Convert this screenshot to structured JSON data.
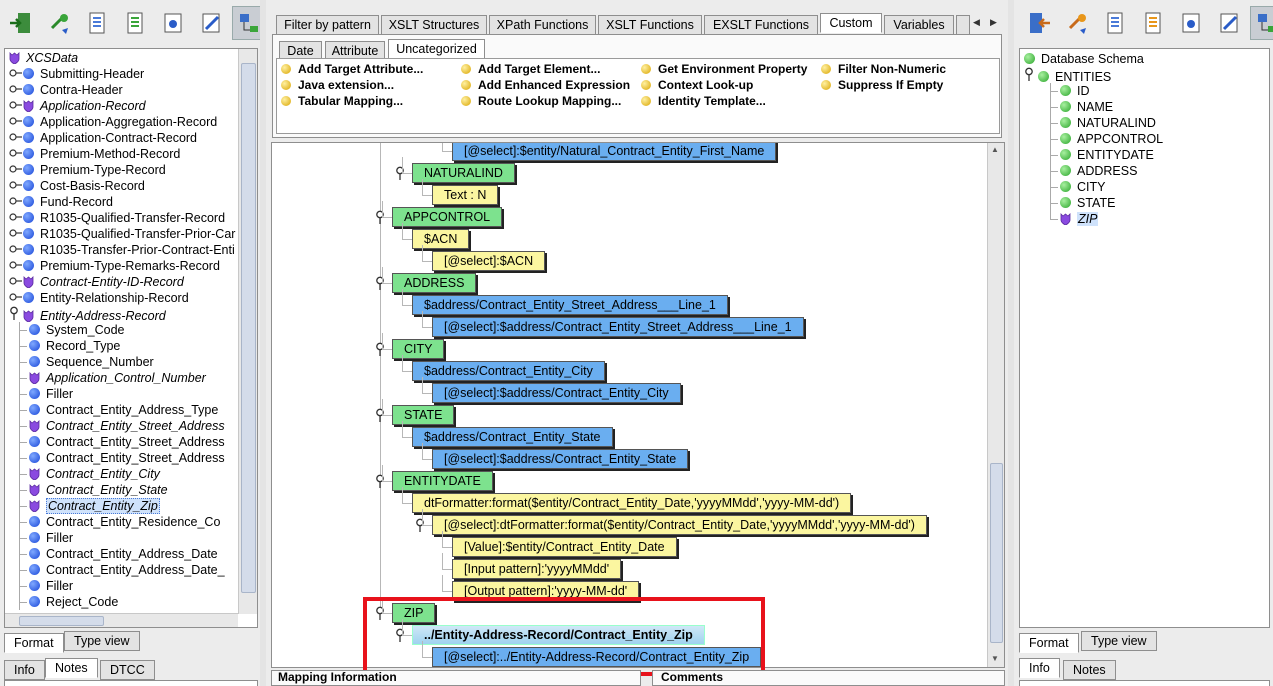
{
  "left_tree": {
    "root": "XCSData",
    "items": [
      {
        "label": "Submitting-Header",
        "type": "blue",
        "italic": false,
        "exp": "o-"
      },
      {
        "label": "Contra-Header",
        "type": "blue",
        "italic": false,
        "exp": "o-"
      },
      {
        "label": "Application-Record",
        "type": "shield",
        "italic": true,
        "exp": "o-"
      },
      {
        "label": "Application-Aggregation-Record",
        "type": "blue",
        "italic": false,
        "exp": "o-"
      },
      {
        "label": "Application-Contract-Record",
        "type": "blue",
        "italic": false,
        "exp": "o-"
      },
      {
        "label": "Premium-Method-Record",
        "type": "blue",
        "italic": false,
        "exp": "o-"
      },
      {
        "label": "Premium-Type-Record",
        "type": "blue",
        "italic": false,
        "exp": "o-"
      },
      {
        "label": "Cost-Basis-Record",
        "type": "blue",
        "italic": false,
        "exp": "o-"
      },
      {
        "label": "Fund-Record",
        "type": "blue",
        "italic": false,
        "exp": "o-"
      },
      {
        "label": "R1035-Qualified-Transfer-Record",
        "type": "blue",
        "italic": false,
        "exp": "o-"
      },
      {
        "label": "R1035-Qualified-Transfer-Prior-Car",
        "type": "blue",
        "italic": false,
        "exp": "o-"
      },
      {
        "label": "R1035-Transfer-Prior-Contract-Enti",
        "type": "blue",
        "italic": false,
        "exp": "o-"
      },
      {
        "label": "Premium-Type-Remarks-Record",
        "type": "blue",
        "italic": false,
        "exp": "o-"
      },
      {
        "label": "Contract-Entity-ID-Record",
        "type": "shield",
        "italic": true,
        "exp": "o-"
      },
      {
        "label": "Entity-Relationship-Record",
        "type": "blue",
        "italic": false,
        "exp": "o-"
      },
      {
        "label": "Entity-Address-Record",
        "type": "shield",
        "italic": true,
        "exp": "pin"
      }
    ],
    "children": [
      {
        "label": "System_Code",
        "type": "blue",
        "italic": false
      },
      {
        "label": "Record_Type",
        "type": "blue",
        "italic": false
      },
      {
        "label": "Sequence_Number",
        "type": "blue",
        "italic": false
      },
      {
        "label": "Application_Control_Number",
        "type": "shield",
        "italic": true
      },
      {
        "label": "Filler",
        "type": "blue",
        "italic": false
      },
      {
        "label": "Contract_Entity_Address_Type",
        "type": "blue",
        "italic": false
      },
      {
        "label": "Contract_Entity_Street_Address",
        "type": "shield",
        "italic": true
      },
      {
        "label": "Contract_Entity_Street_Address",
        "type": "blue",
        "italic": false
      },
      {
        "label": "Contract_Entity_Street_Address",
        "type": "blue",
        "italic": false
      },
      {
        "label": "Contract_Entity_City",
        "type": "shield",
        "italic": true
      },
      {
        "label": "Contract_Entity_State",
        "type": "shield",
        "italic": true
      },
      {
        "label": "Contract_Entity_Zip",
        "type": "shield",
        "italic": true,
        "selected": true
      },
      {
        "label": "Contract_Entity_Residence_Co",
        "type": "blue",
        "italic": false
      },
      {
        "label": "Filler",
        "type": "blue",
        "italic": false
      },
      {
        "label": "Contract_Entity_Address_Date",
        "type": "blue",
        "italic": false
      },
      {
        "label": "Contract_Entity_Address_Date_",
        "type": "blue",
        "italic": false
      },
      {
        "label": "Filler",
        "type": "blue",
        "italic": false
      },
      {
        "label": "Reject_Code",
        "type": "blue",
        "italic": false
      }
    ]
  },
  "left_tabs": {
    "format": "Format",
    "type_view": "Type view"
  },
  "left_bottom_tabs": {
    "info": "Info",
    "notes": "Notes",
    "dtcc": "DTCC"
  },
  "func_tabs": [
    "Filter by pattern",
    "XSLT Structures",
    "XPath Functions",
    "XSLT Functions",
    "EXSLT Functions",
    "Custom",
    "Variables"
  ],
  "sub_tabs": [
    "Date",
    "Attribute",
    "Uncategorized"
  ],
  "functions": [
    [
      "Add Target Attribute...",
      "Java extension...",
      "Tabular Mapping..."
    ],
    [
      "Add Target Element...",
      "Add Enhanced Expression",
      "Route Lookup Mapping..."
    ],
    [
      "Get Environment Property",
      "Context Look-up",
      "Identity Template..."
    ],
    [
      "Filter Non-Numeric",
      "Suppress If Empty"
    ]
  ],
  "mapping": {
    "n1": "[@select]:$entity/Natural_Contract_Entity_First_Name",
    "n2": "NATURALIND",
    "n3": "Text : N",
    "n4": "APPCONTROL",
    "n5": "$ACN",
    "n6": "[@select]:$ACN",
    "n7": "ADDRESS",
    "n8": "$address/Contract_Entity_Street_Address___Line_1",
    "n9": "[@select]:$address/Contract_Entity_Street_Address___Line_1",
    "n10": "CITY",
    "n11": "$address/Contract_Entity_City",
    "n12": "[@select]:$address/Contract_Entity_City",
    "n13": "STATE",
    "n14": "$address/Contract_Entity_State",
    "n15": "[@select]:$address/Contract_Entity_State",
    "n16": "ENTITYDATE",
    "n17": "dtFormatter:format($entity/Contract_Entity_Date,'yyyyMMdd','yyyy-MM-dd')",
    "n18": "[@select]:dtFormatter:format($entity/Contract_Entity_Date,'yyyyMMdd','yyyy-MM-dd')",
    "n19": "[Value]:$entity/Contract_Entity_Date",
    "n20": "[Input pattern]:'yyyyMMdd'",
    "n21": "[Output pattern]:'yyyy-MM-dd'",
    "n22": "ZIP",
    "n23": "../Entity-Address-Record/Contract_Entity_Zip",
    "n24": "[@select]:../Entity-Address-Record/Contract_Entity_Zip"
  },
  "bottom": {
    "mapping_info": "Mapping Information",
    "comments": "Comments"
  },
  "right_tree": {
    "root": "Database Schema",
    "entities": "ENTITIES",
    "fields": [
      "ID",
      "NAME",
      "NATURALIND",
      "APPCONTROL",
      "ENTITYDATE",
      "ADDRESS",
      "CITY",
      "STATE"
    ],
    "zip": "ZIP"
  },
  "right_tabs": {
    "format": "Format",
    "type_view": "Type view"
  },
  "right_bottom_tabs": {
    "info": "Info",
    "notes": "Notes"
  },
  "colors": {
    "highlight": "#e8121b",
    "green_node": "#7de28e",
    "yellow_node": "#fbf6a0",
    "blue_node": "#6aaef0"
  }
}
